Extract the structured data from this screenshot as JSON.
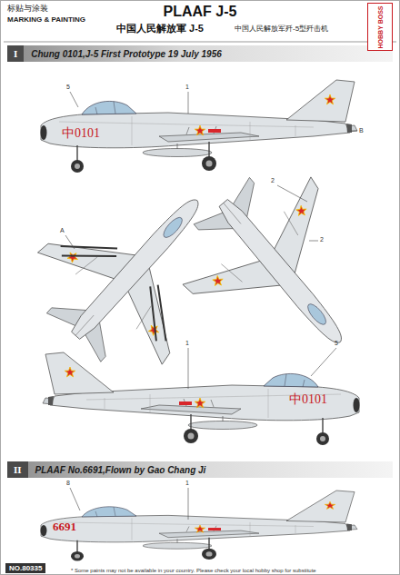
{
  "diagram": {
    "title": "PLAAF J-5",
    "nodes": [
      {
        "text": [
          "I",
          "Chung 0101,J-5 First Prototype 19 July 1956"
        ]
      },
      {
        "text": [
          "II",
          "PLAAF No.6691,Flown by Gao Chang Ji"
        ]
      },
      {
        "text": [
          "NO.80335"
        ]
      },
      {
        "text": [
          "HOBBY BOSS"
        ]
      }
    ],
    "labels": [
      "标贴与涂装",
      "MARKING & PAINTING",
      "中国人民解放軍 J-5",
      "中国人民解放军歼-5型歼击机",
      "5",
      "1",
      "中0101",
      "B",
      "A",
      "2",
      "2",
      "1",
      "5",
      "中0101",
      "8",
      "1",
      "6691",
      "* Some paints may not be available in your country. Please check your local hobby shop for substitute"
    ]
  }
}
